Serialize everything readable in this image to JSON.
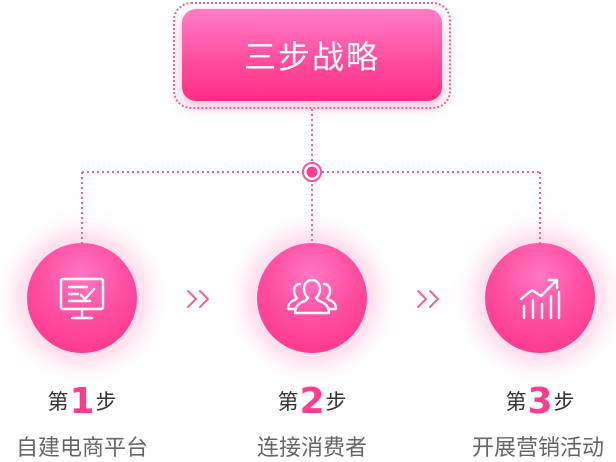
{
  "title": "三步战略",
  "steps": [
    {
      "prefix": "第",
      "number": "1",
      "suffix": "步",
      "description": "自建电商平台",
      "icon": "monitor-icon"
    },
    {
      "prefix": "第",
      "number": "2",
      "suffix": "步",
      "description": "连接消费者",
      "icon": "users-icon"
    },
    {
      "prefix": "第",
      "number": "3",
      "suffix": "步",
      "description": "开展营销活动",
      "icon": "growth-chart-icon"
    }
  ],
  "colors": {
    "accent": "#ff3d8f",
    "gradient_top": "#ff7cc7",
    "gradient_bottom": "#ff2d82",
    "connector": "#f0629a"
  }
}
